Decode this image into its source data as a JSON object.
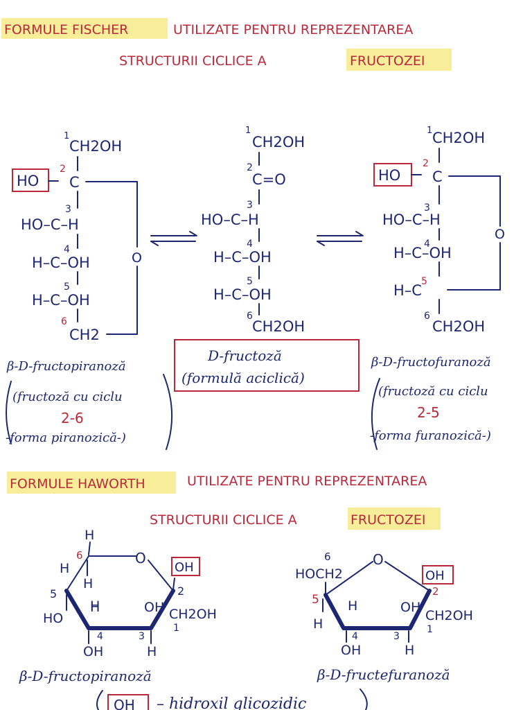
{
  "fischer_header": {
    "highlight": "FORMULE FISCHER",
    "line1_rest": "UTILIZATE PENTRU REPREZENTAREA",
    "line2_start": "STRUCTURII CICLICE A",
    "line2_highlight": "FRUCTOZEI"
  },
  "haworth_header": {
    "highlight": "FORMULE HAWORTH",
    "line1_rest": "UTILIZATE PENTRU REPREZENTAREA",
    "line2_start": "STRUCTURII CICLICE A",
    "line2_highlight": "FRUCTOZEI"
  },
  "fischer_pyranose": {
    "c1": "CH2OH",
    "c1_num": "1",
    "c2_left": "HO",
    "c2_num": "2",
    "c2_c": "C",
    "c3": "HO–C–H",
    "c3_num": "3",
    "c4": "H–C–OH",
    "c4_num": "4",
    "c5": "H–C–OH",
    "c5_num": "5",
    "c6": "CH2",
    "c6_num": "6",
    "ring_o": "O",
    "name": "β-D-fructopiranoză",
    "desc1": "(fructoză cu ciclu",
    "desc2": "2-6",
    "desc3": "-forma piranozică-)"
  },
  "fischer_acyclic": {
    "c1": "CH2OH",
    "c1_num": "1",
    "c2": "C=O",
    "c2_num": "2",
    "c3": "HO–C–H",
    "c3_num": "3",
    "c4": "H–C–OH",
    "c4_num": "4",
    "c5": "H–C–OH",
    "c5_num": "5",
    "c6": "CH2OH",
    "c6_num": "6",
    "name1": "D-fructoză",
    "name2": "(formulă aciclică)"
  },
  "fischer_furanose": {
    "c1": "CH2OH",
    "c1_num": "1",
    "c2_left": "HO",
    "c2_num": "2",
    "c2_c": "C",
    "c3": "HO–C–H",
    "c3_num": "3",
    "c4": "H–C–OH",
    "c4_num": "4",
    "c5": "H–C",
    "c5_num": "5",
    "c6": "CH2OH",
    "c6_num": "6",
    "ring_o": "O",
    "name": "β-D-fructofuranoză",
    "desc1": "(fructoză cu ciclu",
    "desc2": "2-5",
    "desc3": "-forma furanozică-)"
  },
  "haworth_pyranose": {
    "ring_o": "O",
    "anomeric_oh": "OH",
    "c6_h_top": "H",
    "c6_h_left": "H",
    "c6_h_down": "H",
    "c6_num": "6",
    "c5_num": "5",
    "c5_ho": "HO",
    "c5_h": "H",
    "c2_num": "2",
    "c2_ch2oh": "CH2OH",
    "c1_num": "1",
    "c3_oh": "OH",
    "c3_h": "H",
    "c3_num": "3",
    "c4_num": "4",
    "c4_oh": "OH",
    "c4_h": "H",
    "name": "β-D-fructopiranoză"
  },
  "haworth_furanose": {
    "ring_o": "O",
    "c6_label": "HOCH2",
    "c6_num": "6",
    "anomeric_oh": "OH",
    "c5_num": "5",
    "c5_h_ring": "H",
    "c5_h_down": "H",
    "c2_num": "2",
    "c2_ch2oh": "CH2OH",
    "c1_num": "1",
    "c3_oh": "OH",
    "c3_num": "3",
    "c3_h": "H",
    "c4_num": "4",
    "c4_oh": "OH",
    "name": "β-D-fructefuranoză"
  },
  "footer": {
    "oh_box": "OH",
    "text": "– hidroxil glicozidic"
  },
  "colors": {
    "ink_blue": "#1d2670",
    "ink_red": "#b8293a",
    "highlight": "#f8ee9a"
  }
}
